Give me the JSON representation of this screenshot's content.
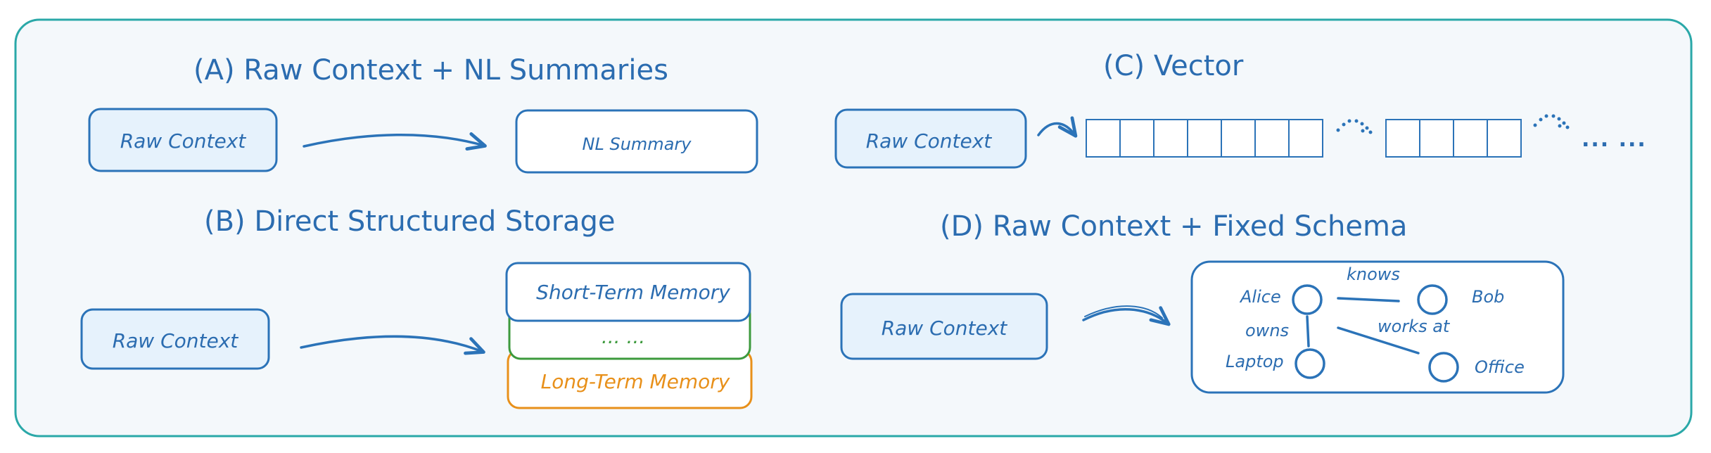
{
  "panels": {
    "a": {
      "title": "(A) Raw Context + NL Summaries",
      "source": "Raw Context",
      "target": "NL Summary"
    },
    "b": {
      "title": "(B) Direct Structured Storage",
      "source": "Raw Context",
      "stack": {
        "top": "Short-Term Memory",
        "middle": "... ...",
        "bottom": "Long-Term Memory"
      }
    },
    "c": {
      "title": "(C) Vector",
      "source": "Raw Context",
      "ellipsis": "... ..."
    },
    "d": {
      "title": "(D) Raw Context + Fixed Schema",
      "source": "Raw Context",
      "graph": {
        "nodes": [
          "Alice",
          "Bob",
          "Laptop",
          "Office"
        ],
        "edges": [
          "knows",
          "owns",
          "works at"
        ]
      }
    }
  },
  "colors": {
    "frame": "#2aa8a8",
    "background": "#f4f8fb",
    "primary": "#2b6cb0",
    "box_fill": "#e6f2fc",
    "green": "#3d9a3d",
    "orange": "#e8901a"
  }
}
